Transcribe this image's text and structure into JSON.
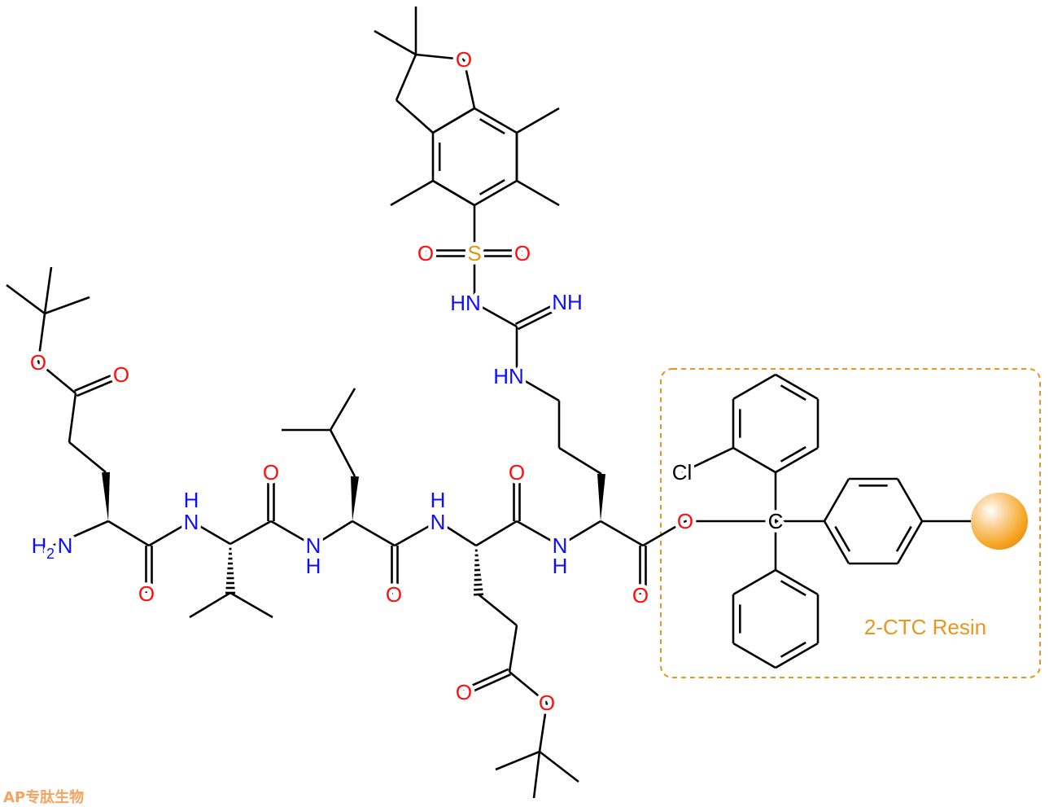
{
  "title": "H-Glu(OtBu)-Val-Leu-Glu(OtBu)-Arg(Pbf)-2-CTC Resin",
  "resin_label": "2-CTC Resin",
  "watermark": "AP专肽生物",
  "colors": {
    "oxygen": "#ff0d0d",
    "nitrogen": "#0d0dff",
    "sulfur": "#e0960a",
    "resin": "#e8961e"
  },
  "atoms": {
    "pbf_o": "O",
    "so_left": "O",
    "sulfur": "S",
    "so_right": "O",
    "sulfonyl_nh": "HN",
    "imine_nh": "NH",
    "guan_nh": "HN",
    "glu1_ester_o": "O",
    "glu1_carbonyl_o": "O",
    "amine_h": "H",
    "amine_sub": "2",
    "amine_n": "N",
    "glu1_amide_o": "O",
    "val_nh_n": "N",
    "val_nh_h": "H",
    "val_amide_o": "O",
    "leu_nh_n": "N",
    "leu_nh_h": "H",
    "leu_amide_o": "O",
    "glu2_nh_n": "N",
    "glu2_nh_h": "H",
    "glu2_amide_o": "O",
    "arg_nh_n": "N",
    "arg_nh_h": "H",
    "arg_carbonyl_o": "O",
    "glu2_carbonyl_o": "O",
    "glu2_ester_o": "O",
    "resin_ester_o": "O",
    "trityl_c": "C",
    "chlorine": "Cl"
  }
}
